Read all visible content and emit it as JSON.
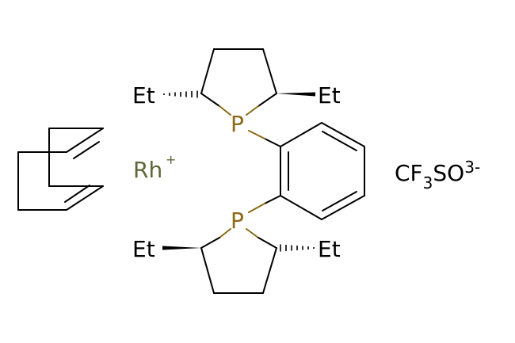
{
  "molecule": {
    "labels": {
      "et_top_left": "Et",
      "et_top_right": "Et",
      "et_bottom_left": "Et",
      "et_bottom_right": "Et",
      "p_top": "P",
      "p_bottom": "P",
      "rh": "Rh",
      "rh_charge": "+",
      "counterion_cf": "CF",
      "counterion_sub": "3",
      "counterion_so": "SO",
      "counterion_sub2": "3",
      "counterion_charge": "-"
    },
    "colors": {
      "bond": "#000000",
      "phosphorus": "#8b6a14",
      "rhodium": "#5d6637"
    }
  }
}
